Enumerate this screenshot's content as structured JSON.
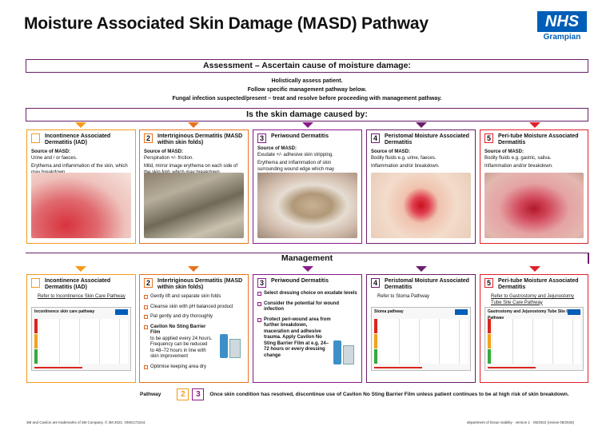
{
  "title": "Moisture Associated Skin Damage (MASD) Pathway",
  "logo": {
    "text": "NHS",
    "sub": "Grampian"
  },
  "assessment": {
    "heading": "Assessment – Ascertain cause of moisture damage:",
    "lines": [
      "Holistically assess patient.",
      "Follow specific management pathway below.",
      "Fungal infection suspected/present – treat and resolve before proceeding with management pathway."
    ]
  },
  "question": "Is the skin damage caused by:",
  "colors": {
    "orange": "#f59b1b",
    "dark_orange": "#e8731f",
    "purple": "#8a1a8a",
    "dark_purple": "#6b1e6b",
    "red": "#e0202a"
  },
  "causes": [
    {
      "number": "",
      "title": "Incontinence Associated Dermatitis (IAD)",
      "source_label": "Source of MASD:",
      "source": "Urine and / or faeces.",
      "description": "Erythema and inflammation of the skin, which may breakdown.",
      "color": "#f59b1b"
    },
    {
      "number": "2",
      "title": "Intertriginous Dermatitis (MASD within skin folds)",
      "source_label": "Source of MASD:",
      "source": "Perspiration +/- friction.",
      "description": "Mild, mirror image erythema on each side of the skin fold, which may breakdown.",
      "color": "#e8731f"
    },
    {
      "number": "3",
      "title": "Periwound Dermatitis",
      "source_label": "Source of MASD:",
      "source": "Exudate +/- adhesive skin stripping.",
      "description": "Erythema and inflammation of skin surrounding wound edge which may breakdown.",
      "color": "#8a1a8a"
    },
    {
      "number": "4",
      "title": "Peristomal Moisture Associated Dermatitis",
      "source_label": "Source of MASD:",
      "source": "Bodily fluids e.g. urine, faeces.",
      "description": "Inflammation and/or breakdown.",
      "color": "#6b1e6b"
    },
    {
      "number": "5",
      "title": "Peri-tube Moisture Associated Dermatitis",
      "source_label": "Source of MASD:",
      "source": "Bodily fluids e.g. gastric, saliva.",
      "description": "Inflammation and/or breakdown.",
      "color": "#e0202a"
    }
  ],
  "management": {
    "heading": "Management",
    "cards": [
      {
        "number": "",
        "title": "Incontinence Associated Dermatitis (IAD)",
        "color": "#f59b1b",
        "link": "Refer to Incontinence Skin Care Pathway",
        "doc_title": "Incontinence skin care pathway"
      },
      {
        "number": "2",
        "title": "Intertriginous Dermatitis (MASD within skin folds)",
        "color": "#e8731f",
        "bullets": [
          "Gently lift and separate skin folds",
          "Cleanse skin with pH balanced product",
          "Pat gently and dry thoroughly"
        ],
        "cavilon_title": "Cavilon No Sting Barrier Film",
        "cavilon_text": "to be applied every 24 hours. Frequency can be reduced to 48–72 hours in line with skin improvement",
        "last_bullet": "Optimise keeping area dry"
      },
      {
        "number": "3",
        "title": "Periwound Dermatitis",
        "color": "#8a1a8a",
        "bullets": [
          "Select dressing choice on exudate levels",
          "Consider the potential for wound infection",
          "Protect peri-wound area from further breakdown, maceration and adhesive trauma. Apply Cavilon No Sting Barrier Film at e.g. 24–72 hours or every dressing change"
        ]
      },
      {
        "number": "4",
        "title": "Peristomal Moisture Associated Dermatitis",
        "color": "#6b1e6b",
        "link": "Refer to Stoma Pathway",
        "doc_title": "Stoma pathway"
      },
      {
        "number": "5",
        "title": "Peri-tube Moisture Associated Dermatitis",
        "color": "#e0202a",
        "link": "Refer to Gastrostomy and Jejunostomy Tube Site Care Pathway",
        "doc_title": "Gastrostomy and Jejunostomy Tube Site Care Pathway"
      }
    ]
  },
  "pathway": {
    "label": "Pathway",
    "n2": "2",
    "n3": "3",
    "note": "Once skin condition has resolved, discontinue use of Cavilon No Sting Barrier Film unless patient continues to be at high risk of skin breakdown."
  },
  "footer": {
    "left": "3M and Cavilon are trademarks of 3M Company. © 3M 2021. OMG172244.",
    "right": "department of tissue viability · version 1 · 05/2022 (review 05/2025)"
  }
}
